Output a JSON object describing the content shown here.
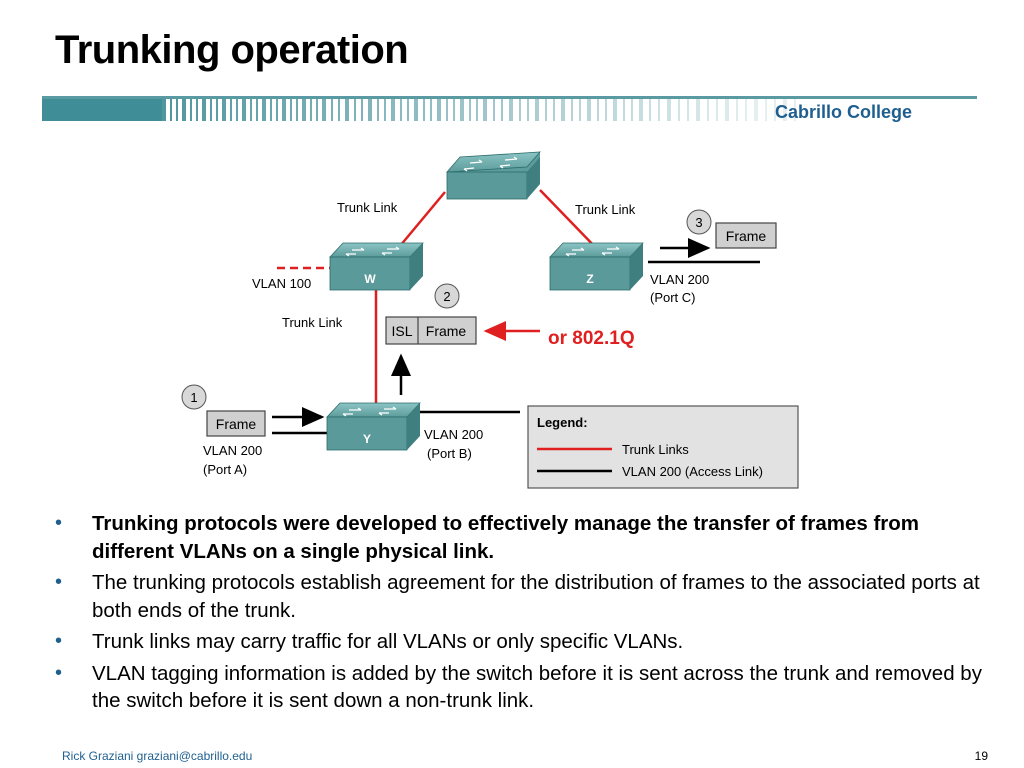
{
  "slide": {
    "title": "Trunking operation",
    "brand": "Cabrillo College"
  },
  "diagram": {
    "switches": {
      "top": "",
      "w": "W",
      "z": "Z",
      "y": "Y"
    },
    "labels": {
      "trunk_link_left": "Trunk Link",
      "trunk_link_right": "Trunk Link",
      "trunk_link_mid": "Trunk Link",
      "vlan100": "VLAN 100",
      "vlan200_port_c": "VLAN 200",
      "port_c": "(Port C)",
      "vlan200_port_b": "VLAN 200",
      "port_b": "(Port B)",
      "vlan200_port_a": "VLAN 200",
      "port_a": "(Port A)",
      "or_8021q": "or 802.1Q"
    },
    "steps": [
      "1",
      "2",
      "3"
    ],
    "frames": {
      "frame1": "Frame",
      "isl": "ISL",
      "frame2": "Frame",
      "frame3": "Frame"
    },
    "legend": {
      "title": "Legend:",
      "items": [
        "Trunk Links",
        "VLAN 200 (Access Link)"
      ]
    },
    "colors": {
      "trunk": "#e02020",
      "access": "#000000",
      "switch": "#5a9a9a",
      "accent": "#1f5f8f"
    }
  },
  "bullets": [
    "Trunking protocols were developed to effectively manage the transfer of frames from different VLANs on a single physical link.",
    "The trunking protocols establish agreement for the distribution of frames to the associated ports at both ends of the trunk.",
    "Trunk links may carry traffic for all VLANs or only specific VLANs.",
    "VLAN tagging information is added by the switch before it is sent across the trunk and removed by the switch before it is sent down a non-trunk link."
  ],
  "bullet_marker": "•",
  "footer": {
    "author": "Rick Graziani  graziani@cabrillo.edu",
    "page": "19"
  }
}
